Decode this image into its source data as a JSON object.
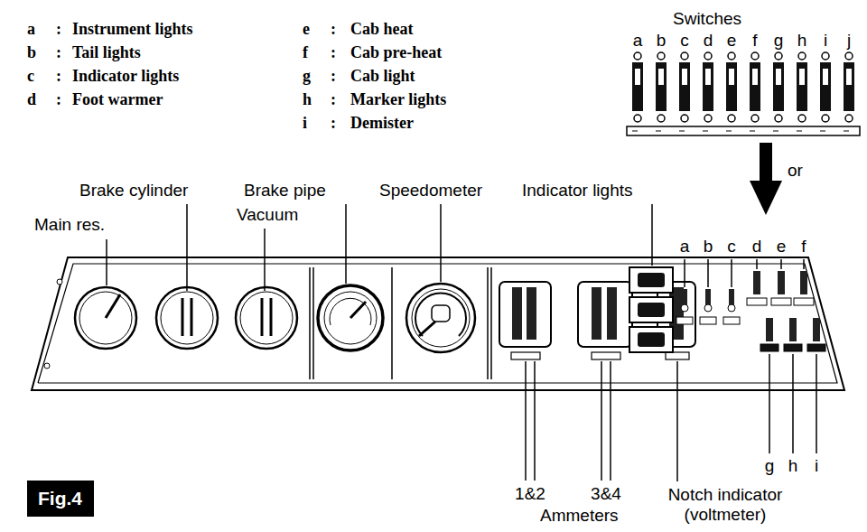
{
  "diagram": {
    "nodes": [
      {
        "text": [
          "Fig.4"
        ]
      }
    ],
    "labels": [
      "a",
      ":",
      "Instrument lights",
      "b",
      ":",
      "Tail lights",
      "c",
      ":",
      "Indicator lights",
      "d",
      ":",
      "Foot warmer",
      "e",
      ":",
      "Cab heat",
      "f",
      ":",
      "Cab pre-heat",
      "g",
      ":",
      "Cab light",
      "h",
      ":",
      "Marker lights",
      "i",
      ":",
      "Demister",
      "Switches",
      "a",
      "b",
      "c",
      "d",
      "e",
      "f",
      "g",
      "h",
      "i",
      "j",
      "or",
      "Main res.",
      "Brake cylinder",
      "Vacuum",
      "Brake pipe",
      "Speedometer",
      "Indicator lights",
      "a",
      "b",
      "c",
      "d",
      "e",
      "f",
      "g",
      "h",
      "i",
      "1&2",
      "3&4",
      "Ammeters",
      "Notch indicator (voltmeter)"
    ]
  }
}
